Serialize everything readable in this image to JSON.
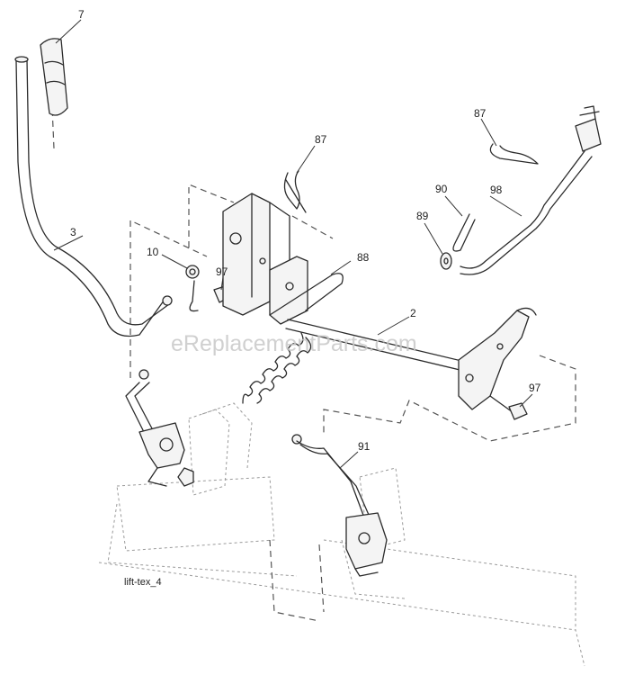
{
  "watermark": "eReplacementParts.com",
  "figure_label": "lift-tex_4",
  "callouts": {
    "p7": "7",
    "p3": "3",
    "p10": "10",
    "p97a": "97",
    "p87a": "87",
    "p88": "88",
    "p2": "2",
    "p87b": "87",
    "p90": "90",
    "p98": "98",
    "p89": "89",
    "p97b": "97",
    "p91": "91"
  }
}
